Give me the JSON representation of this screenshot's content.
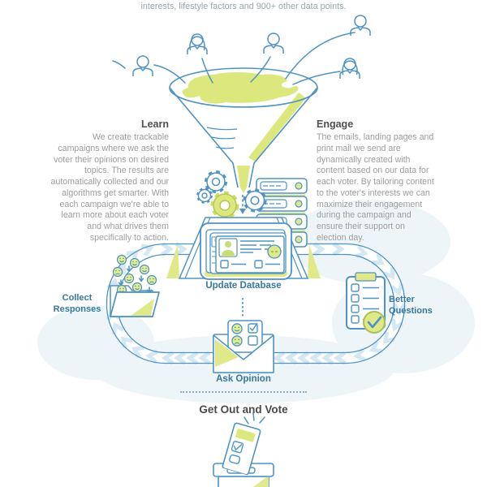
{
  "top_caption": "interests, lifestyle factors and 900+ other data points.",
  "sections": {
    "learn": {
      "title": "Learn",
      "body": "We create trackable campaigns where we ask the voter their opinions on desired topics. The results are automatically collected and our algorithms get smarter. With each campaign we're able to learn more about each voter and what drives them specifically to action."
    },
    "engage": {
      "title": "Engage",
      "body": "The emails, landing pages and print mail we send are dynamically created with content based on our data for each voter. By tailoring content to the voter's interests we can maximize their engagement during the campaign and ensure their support on election day."
    }
  },
  "cycle": {
    "update_database_label": "Update Database",
    "collect_responses_label": "Collect Responses",
    "better_questions_label": "Better Questions",
    "ask_opinion_label": "Ask Opinion"
  },
  "footer": {
    "title": "Get Out and Vote"
  },
  "colors": {
    "line_blue": "#4e93c4",
    "accent_green": "#dfe98a",
    "accent_green_dark": "#a9c24d",
    "label_blue": "#38789f",
    "heading_gray": "#4f4f4f",
    "body_gray": "#9d9d9d",
    "caption_gray": "#9aa5ab",
    "chevron_blue": "#d4e8f3",
    "background_blob": "#eef5f8"
  },
  "icons": [
    "voter-person-icon",
    "funnel-icon",
    "gear-icon",
    "server-stack-icon",
    "database-cards-icon",
    "folder-icon",
    "smiley-face-icon",
    "sad-face-icon",
    "down-arrow-icon",
    "clipboard-icon",
    "check-circle-icon",
    "envelope-icon",
    "survey-card-icon",
    "ballot-icon",
    "ballot-box-icon",
    "chevron-flow-arrow",
    "dashed-arrow-icon",
    "sparkle-icon"
  ]
}
